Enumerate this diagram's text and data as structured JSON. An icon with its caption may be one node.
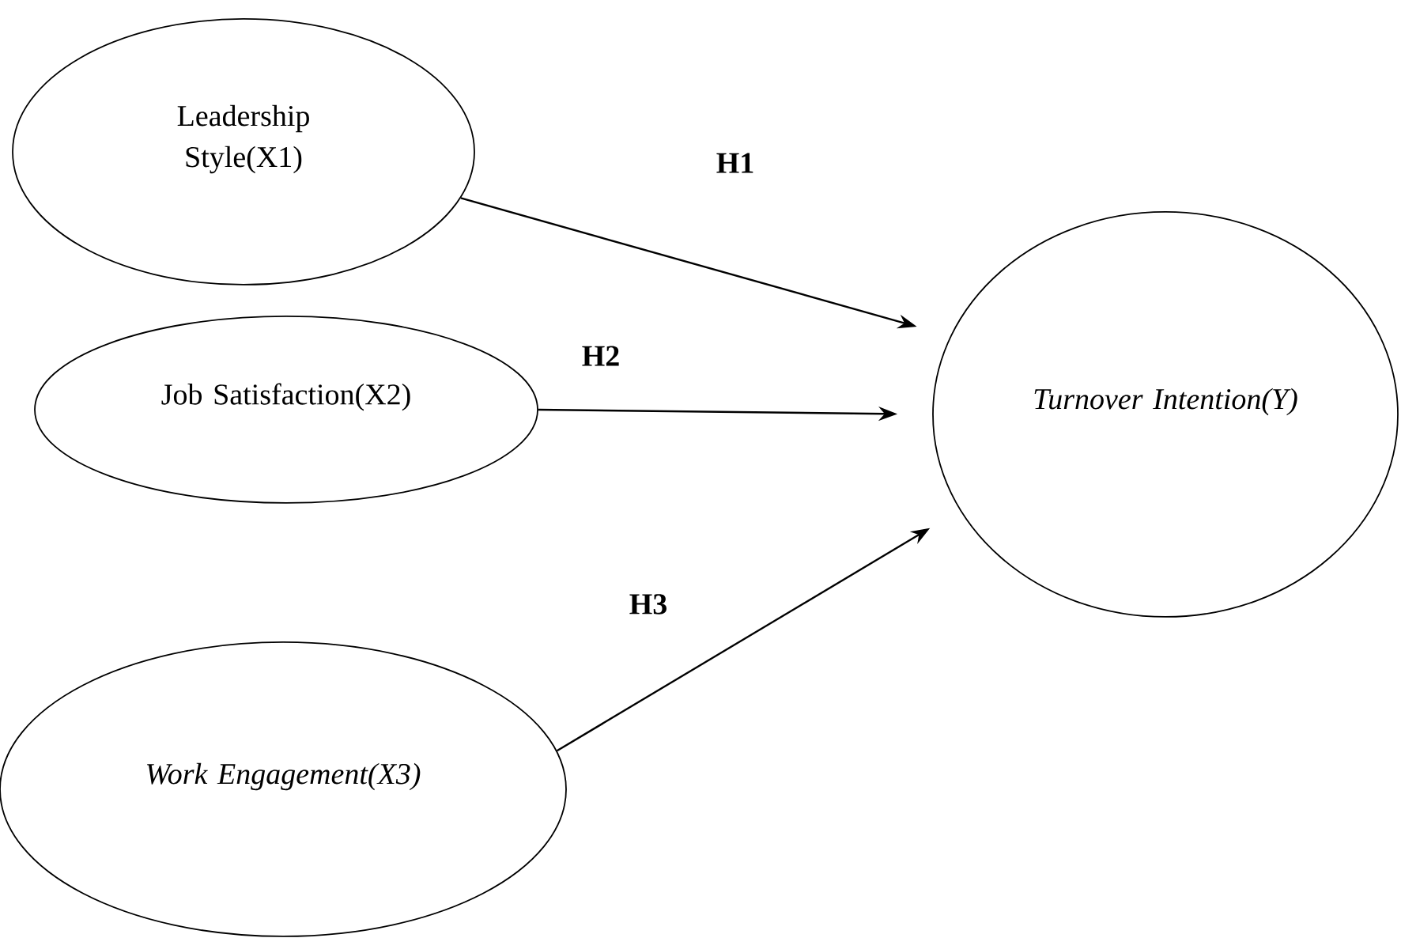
{
  "diagram": {
    "nodes": [
      {
        "text": [
          "Leadership Style(X1)"
        ]
      },
      {
        "text": [
          "Job Satisfaction(X2)"
        ]
      },
      {
        "text": [
          "Work Engagement(X3)"
        ]
      },
      {
        "text": [
          "Turnover Intention(Y)"
        ]
      }
    ],
    "edges": [
      {
        "from": 0,
        "to": 3,
        "arrow": "to",
        "label": "H1"
      },
      {
        "from": 1,
        "to": 3,
        "arrow": "to",
        "label": "H2"
      },
      {
        "from": 2,
        "to": 3,
        "arrow": "to",
        "label": "H3"
      }
    ]
  }
}
